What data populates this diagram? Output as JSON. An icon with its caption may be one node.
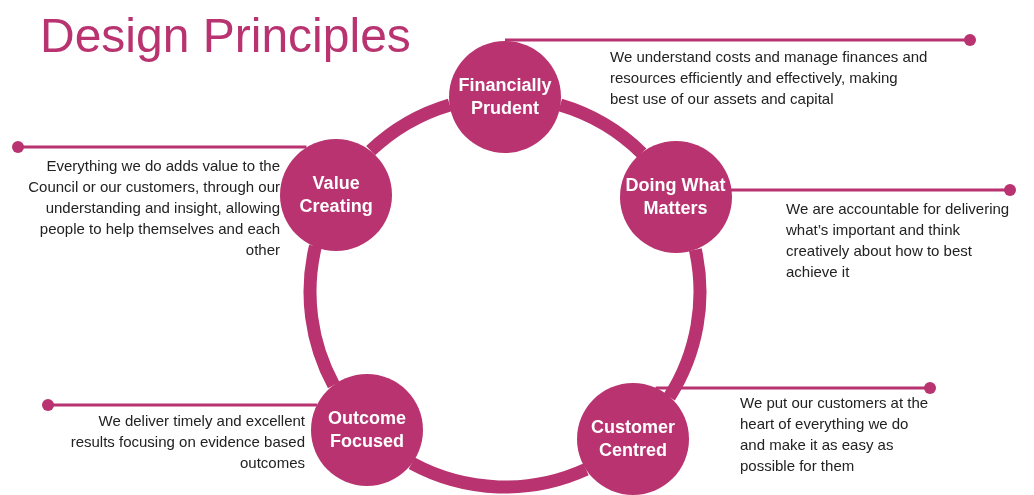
{
  "diagram": {
    "title": "Design Principles",
    "nodes": [
      {
        "text": [
          "Financially Prudent"
        ],
        "beside": [
          "We understand costs and manage finances and resources efficiently and effectively, making best use of our assets and capital"
        ]
      },
      {
        "text": [
          "Doing What Matters"
        ],
        "beside": [
          "We are accountable for delivering what’s important and think creatively about how to best achieve it"
        ]
      },
      {
        "text": [
          "Customer Centred"
        ],
        "beside": [
          "We put our customers at the heart of everything we do and make it as easy as possible for them"
        ]
      },
      {
        "text": [
          "Outcome Focused"
        ],
        "beside": [
          "We deliver timely and excellent results focusing on evidence based outcomes"
        ]
      },
      {
        "text": [
          "Value Creating"
        ],
        "beside": [
          "Everything we do adds value to the Council or our customers, through our understanding and insight, allowing people to help themselves and each other"
        ]
      }
    ],
    "edges": [
      {
        "from": 0,
        "to": 1,
        "arrow": "none",
        "style": "thick"
      },
      {
        "from": 1,
        "to": 2,
        "arrow": "none",
        "style": "thick"
      },
      {
        "from": 2,
        "to": 3,
        "arrow": "none",
        "style": "thick"
      },
      {
        "from": 3,
        "to": 4,
        "arrow": "none",
        "style": "thick"
      },
      {
        "from": 4,
        "to": 0,
        "arrow": "none",
        "style": "thick"
      },
      {
        "from": 0,
        "to": null,
        "arrow": "other"
      },
      {
        "from": 1,
        "to": null,
        "arrow": "other"
      },
      {
        "from": 2,
        "to": null,
        "arrow": "other"
      },
      {
        "from": 3,
        "to": null,
        "arrow": "other"
      },
      {
        "from": 4,
        "to": null,
        "arrow": "other"
      }
    ]
  }
}
